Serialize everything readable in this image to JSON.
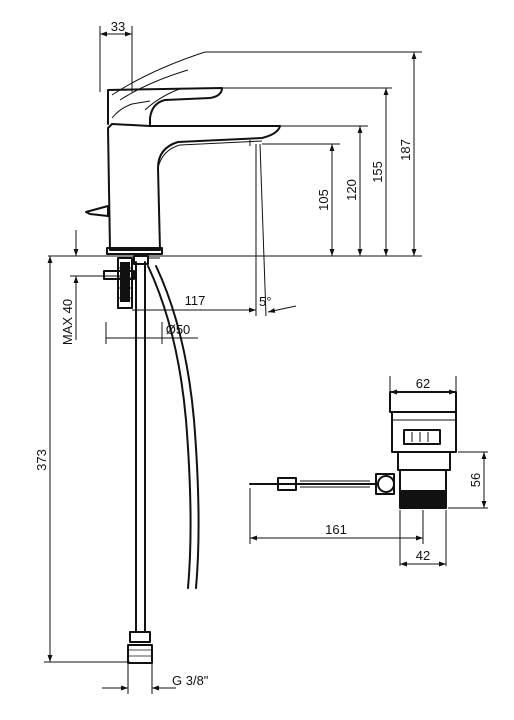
{
  "drawing": {
    "dimensions": {
      "spout_offset": "33",
      "height_105": "105",
      "height_120": "120",
      "height_155": "155",
      "height_187": "187",
      "reach_117": "117",
      "angle": "5°",
      "diameter": "Ø50",
      "max_40": "MAX 40",
      "length_373": "373",
      "thread": "G 3/8\"",
      "waste_width_62": "62",
      "waste_height_56": "56",
      "rod_length_161": "161",
      "waste_base_42": "42"
    }
  }
}
